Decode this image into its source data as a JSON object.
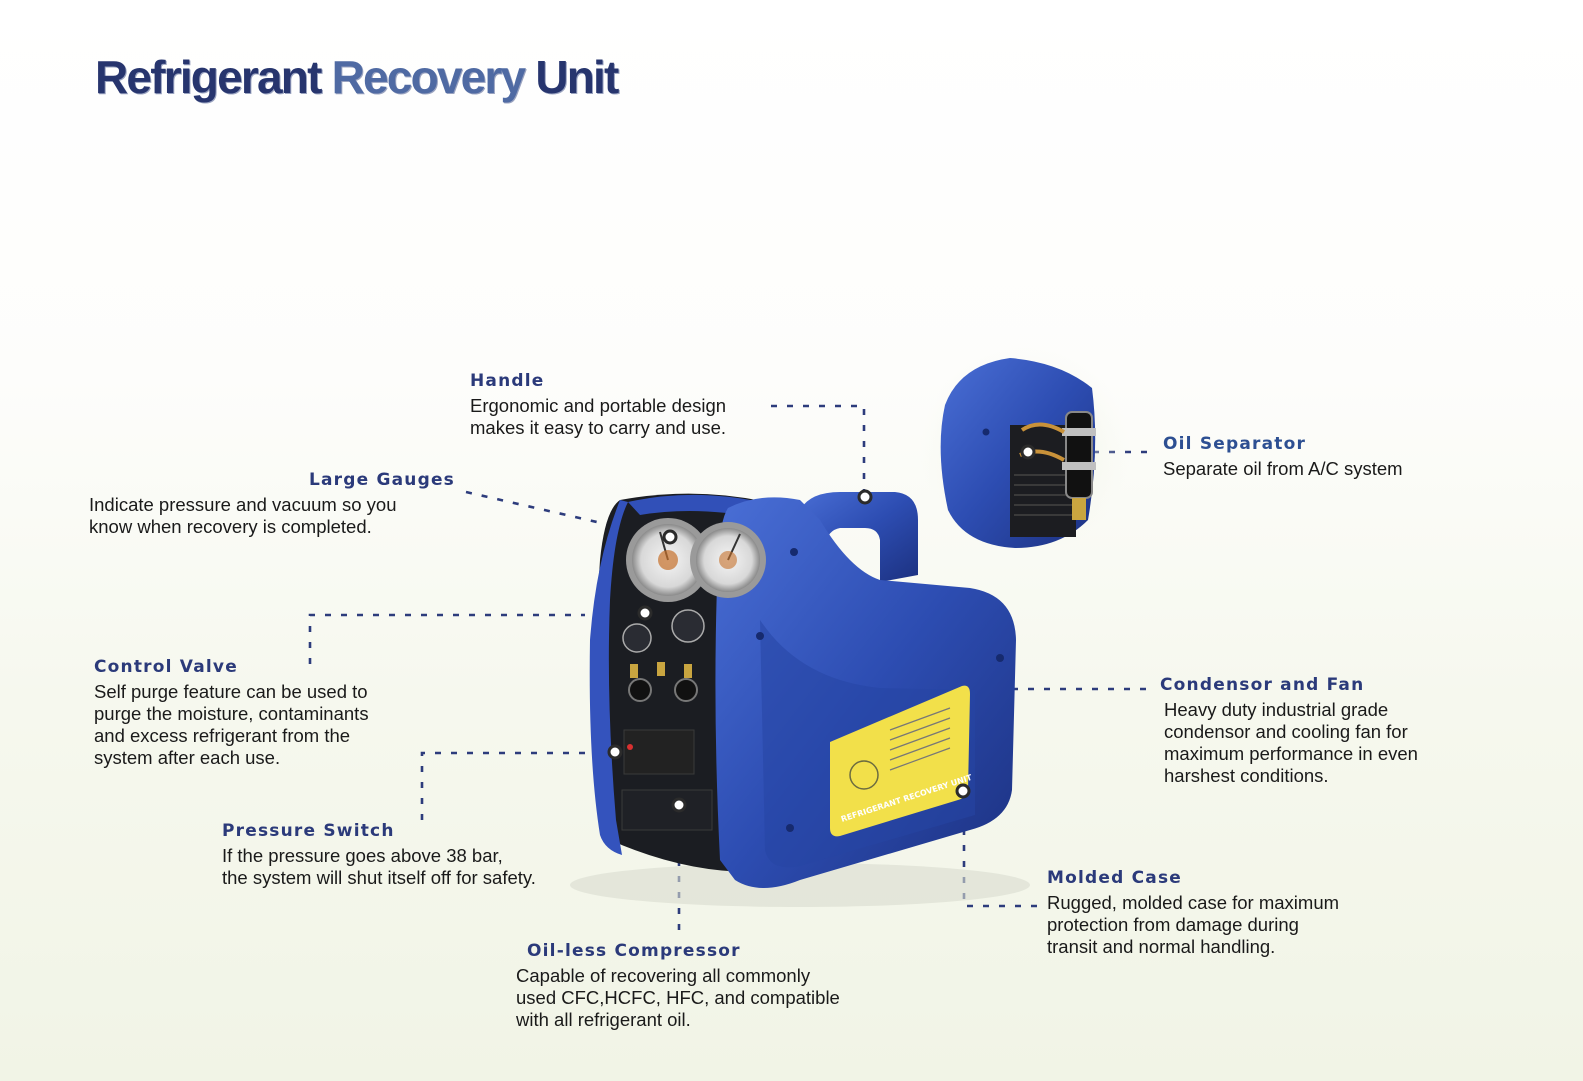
{
  "page": {
    "title_part1": "Refrigerant",
    "title_part2": "Recovery",
    "title_part3": "Unit"
  },
  "features": {
    "handle": {
      "title": "Handle",
      "desc": "Ergonomic and portable design\nmakes it easy to carry and use."
    },
    "gauges": {
      "title": "Large Gauges",
      "desc": "Indicate pressure and vacuum so  you\nknow when recovery is completed."
    },
    "control_valve": {
      "title": "Control Valve",
      "desc": "Self purge feature can be used to\npurge the moisture, contaminants\nand excess refrigerant from the\nsystem after each use."
    },
    "pressure_switch": {
      "title": "Pressure Switch",
      "desc": "If the pressure goes above 38 bar,\nthe system will shut itself off for safety."
    },
    "compressor": {
      "title": "Oil-less Compressor",
      "desc": "Capable of recovering all commonly\nused CFC,HCFC, HFC, and compatible\nwith all refrigerant oil."
    },
    "molded_case": {
      "title": "Molded Case",
      "desc": "Rugged, molded case for maximum\nprotection from damage during\ntransit and normal handling."
    },
    "condensor": {
      "title": "Condensor and Fan",
      "desc": "Heavy duty industrial grade\ncondensor and cooling fan for\nmaximum performance in even\nharshest conditions."
    },
    "oil_separator": {
      "title": "Oil Separator",
      "desc": "Separate oil from A/C system"
    }
  },
  "product": {
    "label_text": "REFRIGERANT RECOVERY UNIT",
    "case_color": "#2e4fb3",
    "panel_color": "#1b1d22",
    "label_color": "#f2e04a"
  }
}
